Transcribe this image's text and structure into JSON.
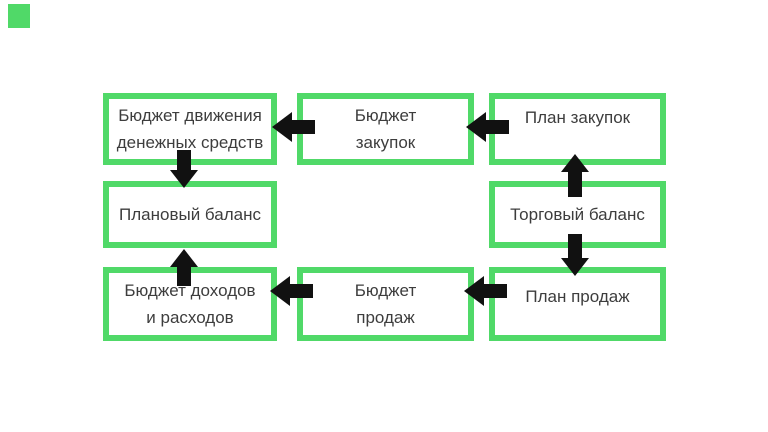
{
  "canvas": {
    "background": "#ffffff",
    "accent_green": "#50d968",
    "arrow_color": "#111111",
    "text_color": "#3d3d3d"
  },
  "diagram": {
    "boxes": [
      {
        "id": "budget-dvizheniya-denezhnykh-sredstv",
        "label": "Бюджет движения\nденежных средств"
      },
      {
        "id": "budget-zakupok",
        "label": "Бюджет\nзакупок"
      },
      {
        "id": "plan-zakupok",
        "label": "План закупок"
      },
      {
        "id": "planovyy-balans",
        "label": "Плановый баланс"
      },
      {
        "id": "torgovyy-balans",
        "label": "Торговый баланс"
      },
      {
        "id": "budget-dokhodov-i-raskhodov",
        "label": "Бюджет доходов\nи расходов"
      },
      {
        "id": "budget-prodazh",
        "label": "Бюджет\nпродаж"
      },
      {
        "id": "plan-prodazh",
        "label": "План продаж"
      }
    ],
    "arrows": [
      {
        "from": "План закупок",
        "to": "Бюджет закупок",
        "direction": "left"
      },
      {
        "from": "Бюджет закупок",
        "to": "Бюджет движения денежных средств",
        "direction": "left"
      },
      {
        "from": "Бюджет движения денежных средств",
        "to": "Плановый баланс",
        "direction": "down"
      },
      {
        "from": "Торговый баланс",
        "to": "План закупок",
        "direction": "up"
      },
      {
        "from": "Торговый баланс",
        "to": "План продаж",
        "direction": "down"
      },
      {
        "from": "План продаж",
        "to": "Бюджет продаж",
        "direction": "left"
      },
      {
        "from": "Бюджет продаж",
        "to": "Бюджет доходов и расходов",
        "direction": "left"
      },
      {
        "from": "Бюджет доходов и расходов",
        "to": "Плановый баланс",
        "direction": "up"
      }
    ]
  }
}
